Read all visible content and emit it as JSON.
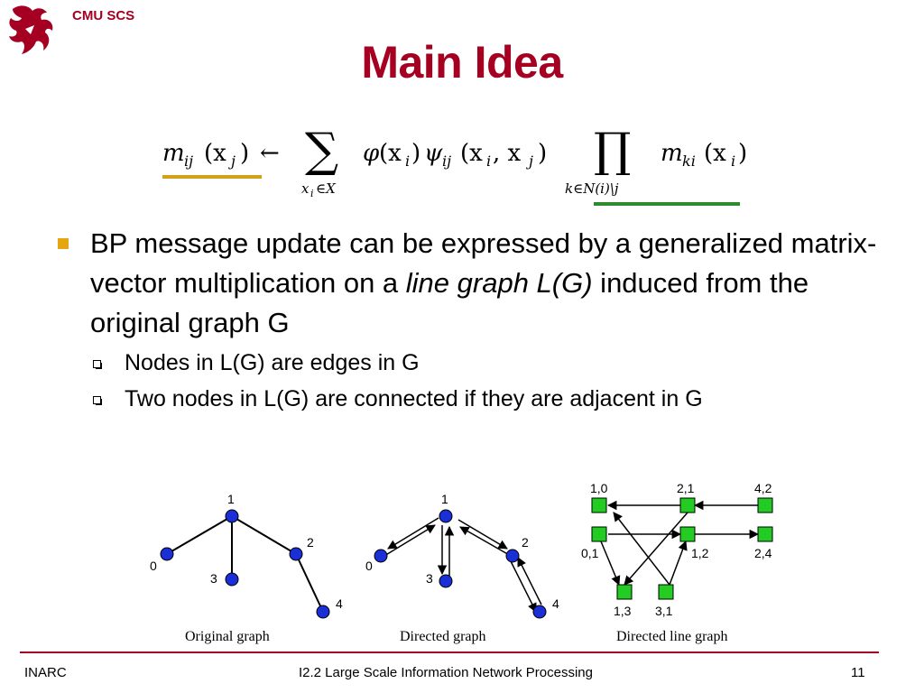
{
  "header": {
    "brand": "CMU SCS",
    "title": "Main Idea",
    "logo_icon": "dragon-icon"
  },
  "formula": {
    "lhs": "m",
    "lhs_sub": "ij",
    "lhs_arg": "(x",
    "lhs_arg_sub": "j",
    "arrow": "←",
    "sum": "∑",
    "sum_sub": "x",
    "sum_sub_i": "i",
    "sum_sub_rest": "∈X",
    "phi": "φ",
    "phi_arg": "(x",
    "phi_arg_sub": "i",
    "psi": "ψ",
    "psi_sub": "ij",
    "psi_arg": "(x",
    "psi_arg_sub1": "i",
    "psi_comma": ", x",
    "psi_arg_sub2": "j",
    "prod": "∏",
    "prod_sub": "k∈N(i)\\j",
    "rhs": "m",
    "rhs_sub": "ki",
    "rhs_arg": "(x",
    "rhs_arg_sub": "i",
    "close": ")",
    "underline_left_color": "#d4a017",
    "underline_right_color": "#2e8b2e"
  },
  "bullets": {
    "main_part1": "BP message update can be expressed by a generalized matrix-vector multiplication on a ",
    "main_italic": "line graph L(G)",
    "main_part2": " induced from the original graph G",
    "sub1": "Nodes in L(G) are edges in G",
    "sub2": "Two nodes in L(G) are connected if they are adjacent in G"
  },
  "graphs": {
    "original": {
      "caption": "Original graph",
      "nodes": [
        {
          "label": "1"
        },
        {
          "label": "0"
        },
        {
          "label": "2"
        },
        {
          "label": "3"
        },
        {
          "label": "4"
        }
      ]
    },
    "directed": {
      "caption": "Directed graph",
      "nodes": [
        {
          "label": "1"
        },
        {
          "label": "0"
        },
        {
          "label": "2"
        },
        {
          "label": "3"
        },
        {
          "label": "4"
        }
      ]
    },
    "line": {
      "caption": "Directed line graph",
      "nodes": [
        {
          "label": "1,0"
        },
        {
          "label": "2,1"
        },
        {
          "label": "4,2"
        },
        {
          "label": "0,1"
        },
        {
          "label": "1,2"
        },
        {
          "label": "2,4"
        },
        {
          "label": "1,3"
        },
        {
          "label": "3,1"
        }
      ]
    },
    "node_color": "#1a2fd6",
    "line_node_color": "#22cc22"
  },
  "footer": {
    "left": "INARC",
    "center": "I2.2 Large Scale Information Network Processing",
    "page": "11"
  },
  "colors": {
    "accent": "#a50021",
    "bullet": "#e5a711"
  }
}
